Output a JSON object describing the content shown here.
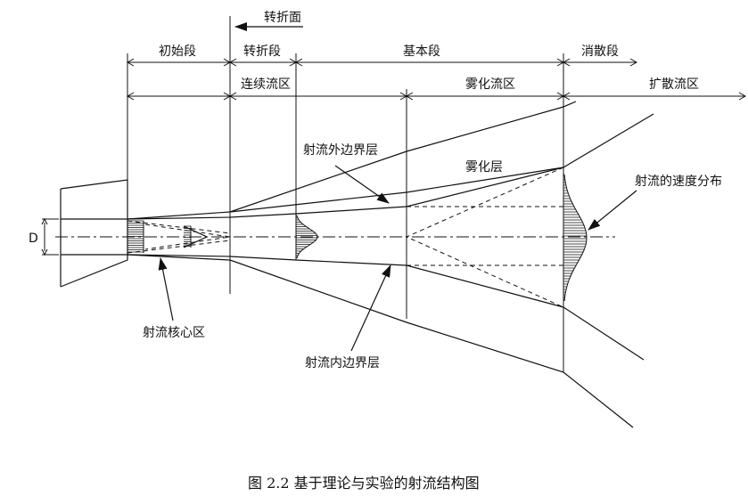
{
  "title": {
    "turning_plane": "转折面"
  },
  "segments": {
    "initial": "初始段",
    "transition": "转折段",
    "basic": "基本段",
    "dissipation": "消散段"
  },
  "regions": {
    "continuous": "连续流区",
    "atomization": "雾化流区",
    "diffusion": "扩散流区"
  },
  "labels": {
    "outer_boundary": "射流外边界层",
    "atomized_layer": "雾化层",
    "velocity_distribution": "射流的速度分布",
    "core_region": "射流核心区",
    "inner_boundary": "射流内边界层",
    "diameter": "D"
  },
  "caption": "图 2.2 基于理论与实验的射流结构图"
}
